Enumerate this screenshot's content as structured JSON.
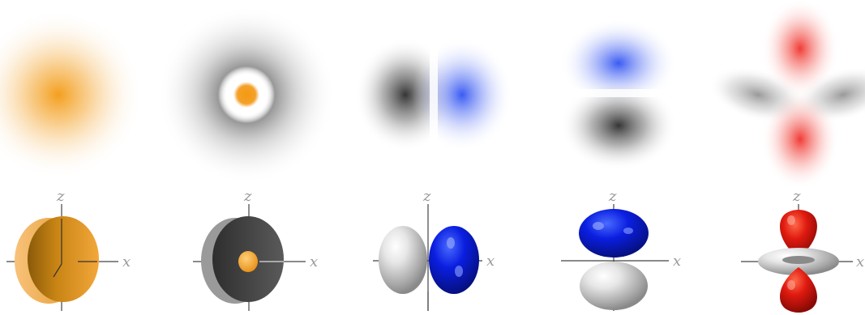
{
  "axis_labels": {
    "z": "z",
    "x": "x"
  },
  "colors": {
    "orange": "#f5a623",
    "dark_gray": "#4a4a4a",
    "light_gray": "#d8d8d8",
    "blue": "#1a3ee6",
    "red": "#e01a10",
    "axis": "#444444"
  },
  "panels": [
    {
      "density_type": "spherical-blob",
      "isosurface_type": "orange-disc"
    },
    {
      "density_type": "ring-with-core",
      "isosurface_type": "gray-disc-with-orange-core"
    },
    {
      "density_type": "horizontal-dipole",
      "isosurface_type": "gray-blue-horizontal-lobes"
    },
    {
      "density_type": "vertical-dipole",
      "isosurface_type": "blue-gray-vertical-lobes"
    },
    {
      "density_type": "cloverleaf",
      "isosurface_type": "red-lobes-with-gray-torus"
    }
  ]
}
